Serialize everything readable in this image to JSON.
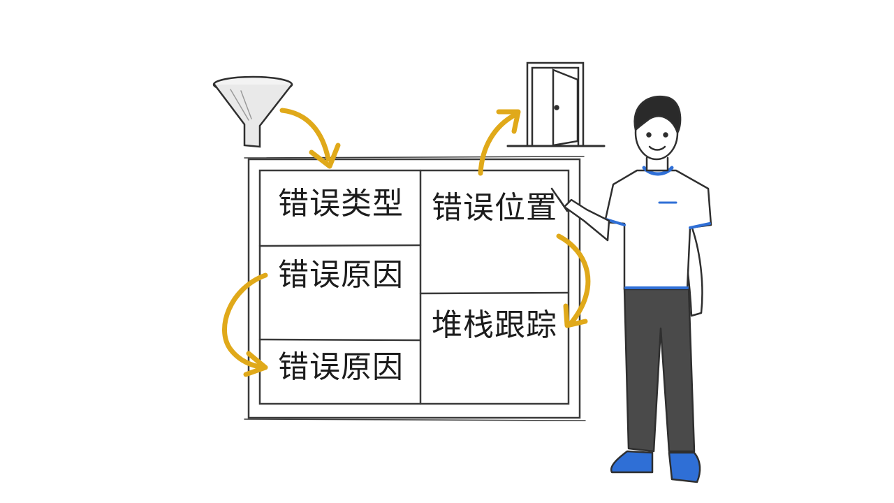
{
  "cells": {
    "error_type": "错误类型",
    "error_location": "错误位置",
    "error_cause_1": "错误原因",
    "error_cause_2": "错误原因",
    "stack_trace": "堆栈跟踪"
  },
  "icons": {
    "funnel": "funnel-icon",
    "door": "open-door-icon",
    "presenter": "person-pointing"
  },
  "colors": {
    "arrow": "#e0a91a",
    "pencil": "#2f2f2f",
    "shirt_trim": "#2f6fd6",
    "shoes": "#2f6fd6",
    "pants": "#4a4a4a"
  }
}
